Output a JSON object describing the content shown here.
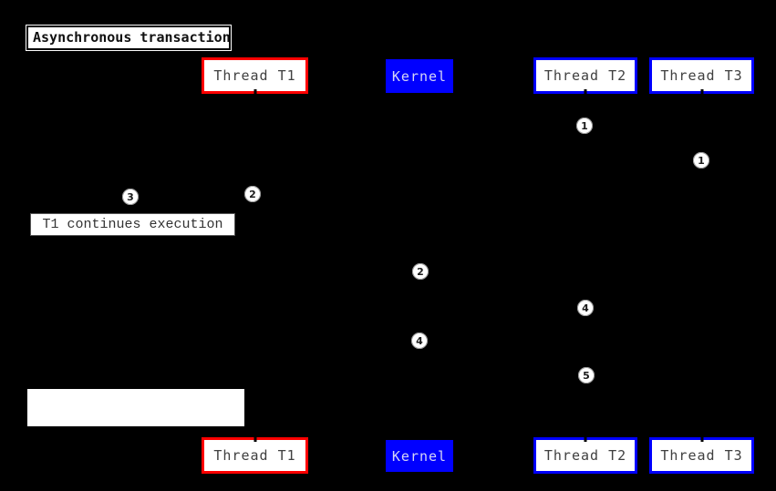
{
  "title": "Asynchronous transaction",
  "actors": {
    "t1": {
      "label": "Thread T1"
    },
    "kernel": {
      "label": "Kernel"
    },
    "t2": {
      "label": "Thread T2"
    },
    "t3": {
      "label": "Thread T3"
    }
  },
  "note": {
    "text": "T1 continues execution"
  },
  "markers": {
    "a": "1",
    "b": "1",
    "c": "2",
    "d": "3",
    "e": "2",
    "f": "4",
    "g": "4",
    "h": "5"
  },
  "colors": {
    "background": "#000000",
    "thread1_border": "#ff0000",
    "peer_border": "#0000ff",
    "kernel_fill": "#0000ff",
    "kernel_text": "#d6d6f5",
    "actor_text": "#404040",
    "note_border": "#555555",
    "text": "#111111"
  }
}
